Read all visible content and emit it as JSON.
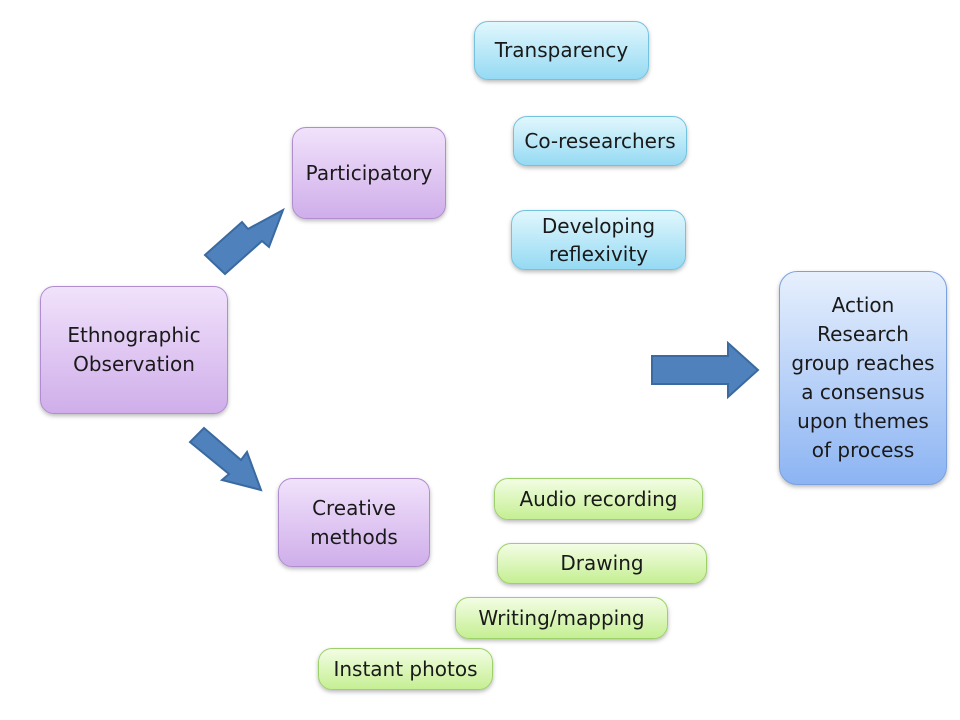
{
  "nodes": {
    "ethnographic": "Ethnographic Observation",
    "participatory": "Participatory",
    "creative": "Creative methods",
    "transparency": "Transparency",
    "coresearchers": "Co-researchers",
    "reflexivity": "Developing reflexivity",
    "action": "Action Research group reaches a consensus upon themes of process",
    "audio": "Audio recording",
    "drawing": "Drawing",
    "writing": "Writing/mapping",
    "photos": "Instant photos"
  },
  "colors": {
    "purple": "#cfaeea",
    "cyan": "#95daf3",
    "blue": "#8cb4f3",
    "green": "#c5ef93",
    "arrow": "#4f81bd"
  }
}
